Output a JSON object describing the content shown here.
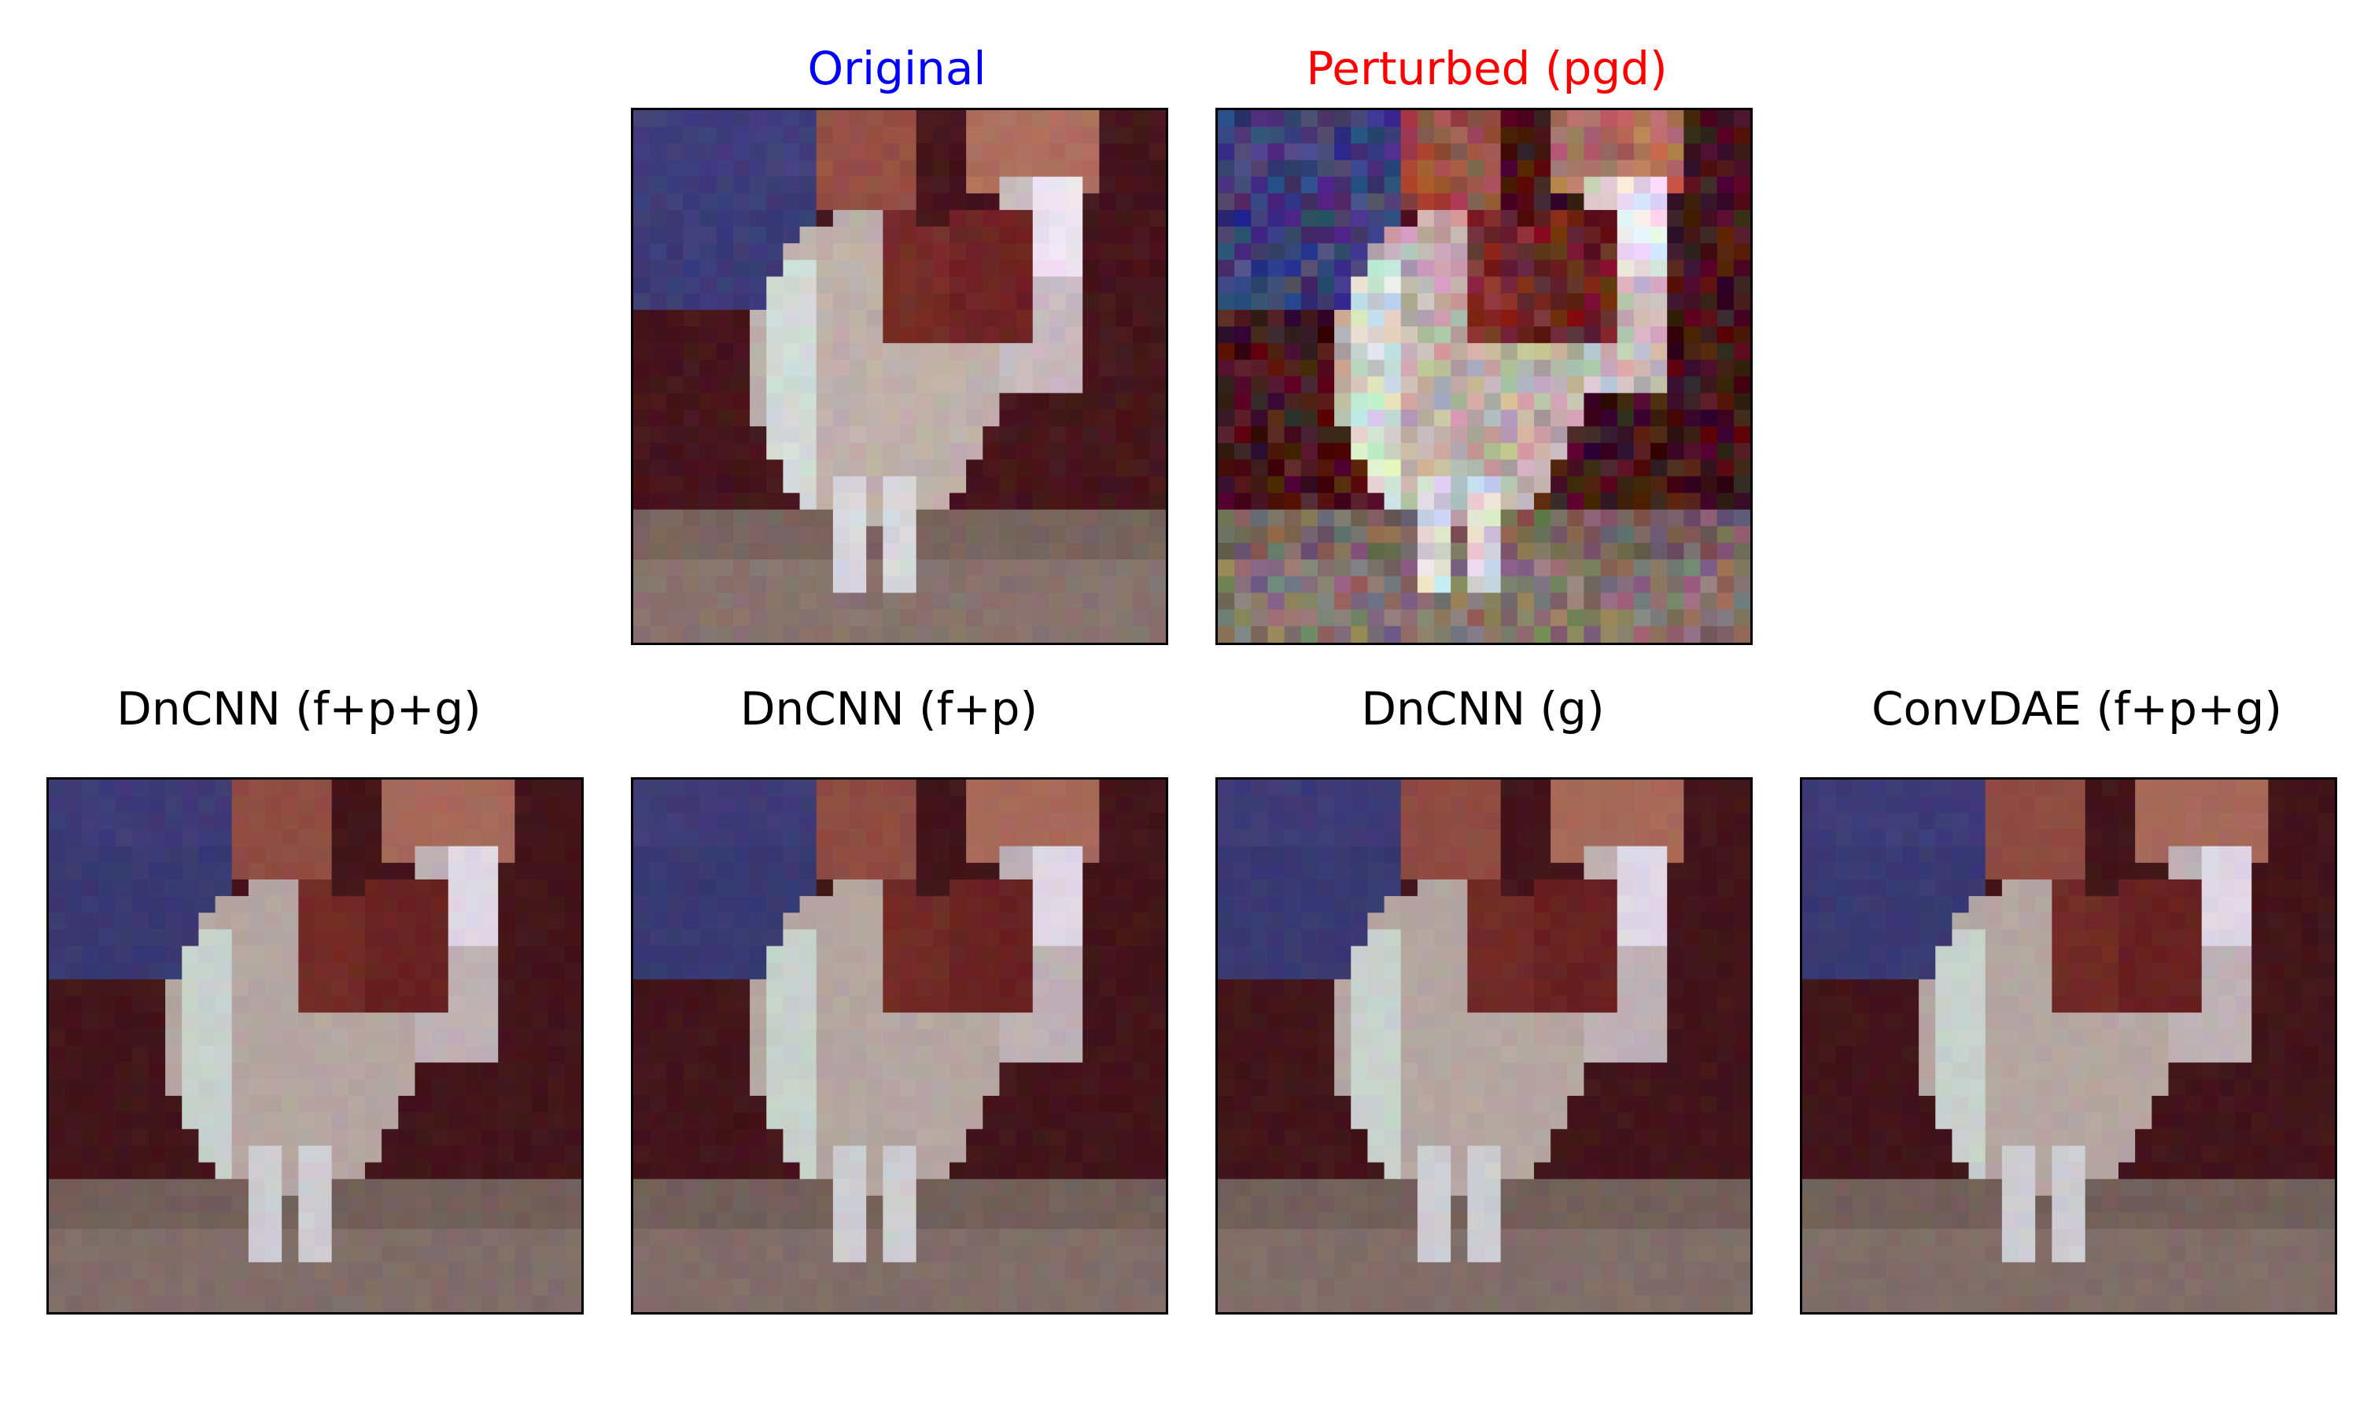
{
  "figure": {
    "top_row": [
      {
        "title": "Original",
        "title_color": "#0000ff",
        "variant": "original"
      },
      {
        "title": "Perturbed (pgd)",
        "title_color": "#ff0000",
        "variant": "perturbed"
      }
    ],
    "bottom_row": [
      {
        "title": "DnCNN (f+p+g)",
        "title_color": "#000000",
        "variant": "denoised"
      },
      {
        "title": "DnCNN (f+p)",
        "title_color": "#000000",
        "variant": "denoised"
      },
      {
        "title": "DnCNN (g)",
        "title_color": "#000000",
        "variant": "denoised"
      },
      {
        "title": "ConvDAE (f+p+g)",
        "title_color": "#000000",
        "variant": "denoised"
      }
    ],
    "image_subject": "dog-photo"
  }
}
